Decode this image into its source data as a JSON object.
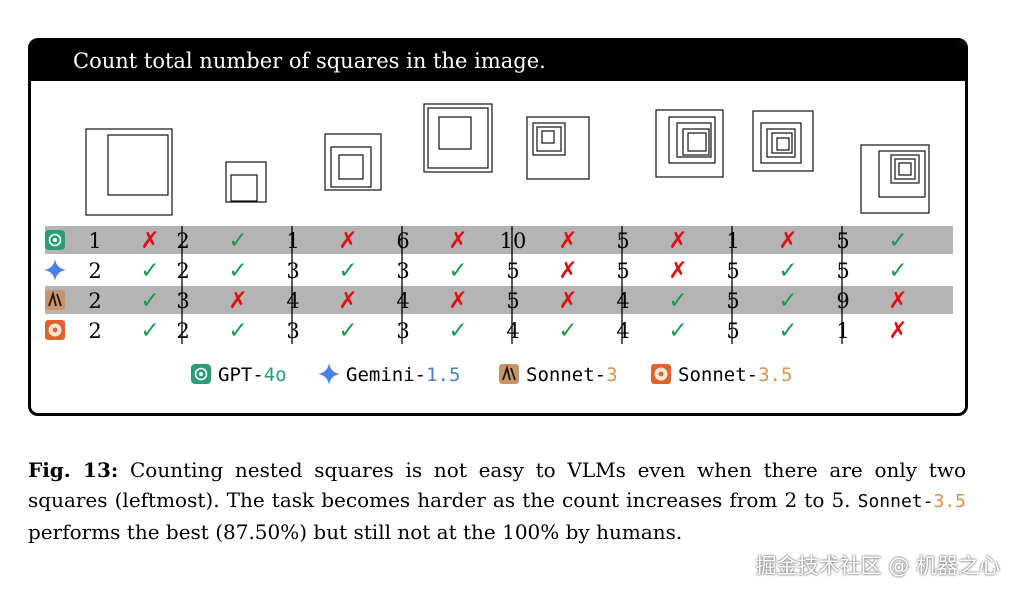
{
  "panel": {
    "title": "Count total number of squares in the image."
  },
  "rows": [
    {
      "model": "gpt4o",
      "cells": [
        {
          "count": "1",
          "mark": "✗"
        },
        {
          "count": "2",
          "mark": "✓"
        },
        {
          "count": "1",
          "mark": "✗"
        },
        {
          "count": "6",
          "mark": "✗"
        },
        {
          "count": "10",
          "mark": "✗"
        },
        {
          "count": "5",
          "mark": "✗"
        },
        {
          "count": "1",
          "mark": "✗"
        },
        {
          "count": "5",
          "mark": "✓"
        }
      ]
    },
    {
      "model": "gemini",
      "cells": [
        {
          "count": "2",
          "mark": "✓"
        },
        {
          "count": "2",
          "mark": "✓"
        },
        {
          "count": "3",
          "mark": "✓"
        },
        {
          "count": "3",
          "mark": "✓"
        },
        {
          "count": "5",
          "mark": "✗"
        },
        {
          "count": "5",
          "mark": "✗"
        },
        {
          "count": "5",
          "mark": "✓"
        },
        {
          "count": "5",
          "mark": "✓"
        }
      ]
    },
    {
      "model": "sonnet3",
      "cells": [
        {
          "count": "2",
          "mark": "✓"
        },
        {
          "count": "3",
          "mark": "✗"
        },
        {
          "count": "4",
          "mark": "✗"
        },
        {
          "count": "4",
          "mark": "✗"
        },
        {
          "count": "5",
          "mark": "✗"
        },
        {
          "count": "4",
          "mark": "✓"
        },
        {
          "count": "5",
          "mark": "✓"
        },
        {
          "count": "9",
          "mark": "✗"
        }
      ]
    },
    {
      "model": "sonnet35",
      "cells": [
        {
          "count": "2",
          "mark": "✓"
        },
        {
          "count": "2",
          "mark": "✓"
        },
        {
          "count": "3",
          "mark": "✓"
        },
        {
          "count": "3",
          "mark": "✓"
        },
        {
          "count": "4",
          "mark": "✓"
        },
        {
          "count": "4",
          "mark": "✓"
        },
        {
          "count": "5",
          "mark": "✓"
        },
        {
          "count": "1",
          "mark": "✗"
        }
      ]
    }
  ],
  "legend": [
    {
      "model": "gpt4o",
      "name": "GPT-",
      "version": "4o",
      "version_color": "#2a9d78"
    },
    {
      "model": "gemini",
      "name": "Gemini-",
      "version": "1.5",
      "version_color": "#4a7fc1"
    },
    {
      "model": "sonnet3",
      "name": "Sonnet-",
      "version": "3",
      "version_color": "#d9914b"
    },
    {
      "model": "sonnet35",
      "name": "Sonnet-",
      "version": "3.5",
      "version_color": "#d9914b"
    }
  ],
  "colors": {
    "check": "#1a9a4e",
    "cross": "#e01010",
    "row_shade": "#b4b4b4",
    "gpt_icon": "#2a9d78",
    "gemini_icon": "#4a7fe8",
    "sonnet3_icon": "#c8956a",
    "sonnet35_icon": "#e0632c"
  },
  "caption": {
    "fig_label": "Fig. 13:",
    "text_1": " Counting nested squares is not easy to VLMs even when there are only two squares (leftmost). The task becomes harder as the count increases from 2 to 5. ",
    "model_name": "Sonnet-",
    "model_version": "3.5",
    "text_2": " performs the best (87.50%) but still not at the 100% by humans."
  },
  "watermark": "掘金技术社区 @ 机器之心"
}
